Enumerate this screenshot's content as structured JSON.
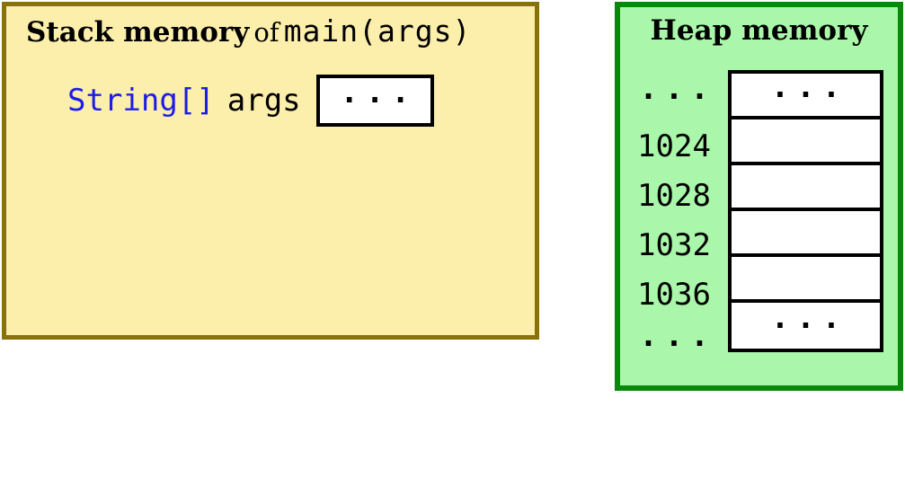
{
  "stack": {
    "title": {
      "bold": "Stack memory",
      "connector": "of",
      "code": "main(args)"
    },
    "variable": {
      "type": "String[]",
      "name": "args",
      "value": "···"
    }
  },
  "heap": {
    "title": "Heap memory",
    "rows": [
      {
        "address": "···",
        "value": "···"
      },
      {
        "address": "1024",
        "value": ""
      },
      {
        "address": "1028",
        "value": ""
      },
      {
        "address": "1032",
        "value": ""
      },
      {
        "address": "1036",
        "value": ""
      },
      {
        "address": "···",
        "value": "···"
      }
    ]
  },
  "colors": {
    "stack_fill": "#fceeab",
    "stack_border": "#8a720b",
    "heap_fill": "#aaf6aa",
    "heap_border": "#098909",
    "code_blue": "#1d1de8",
    "cell_border": "#000000",
    "cell_fill": "#ffffff"
  }
}
